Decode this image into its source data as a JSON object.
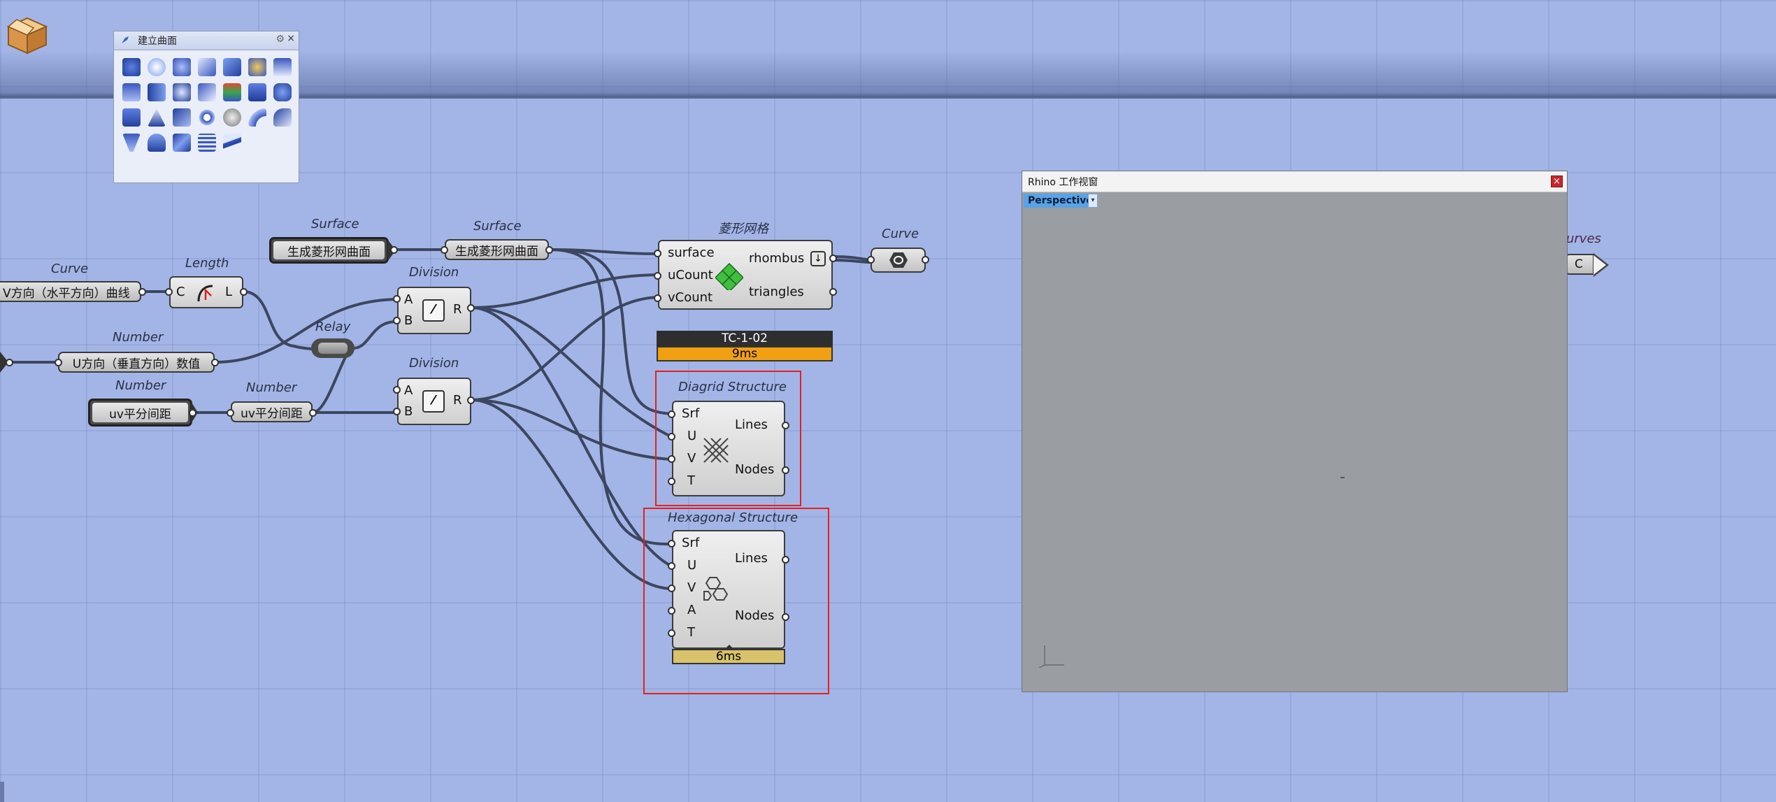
{
  "toolbar": {
    "title": "建立曲面",
    "gear": "⚙",
    "close": "×"
  },
  "viewport": {
    "title": "Rhino 工作视窗",
    "close": "×",
    "tab": "Perspective",
    "tab_arrow": "▾"
  },
  "labels": {
    "surface_param": "Surface",
    "surface_param2": "Surface",
    "curve_param": "Curve",
    "length_comp": "Length",
    "division1": "Division",
    "division2": "Division",
    "relay": "Relay",
    "number1": "Number",
    "number2": "Number",
    "number3": "Number",
    "rhombus_comp": "菱形网格",
    "curve_out": "Curve",
    "diagrid": "Diagrid Structure",
    "hexagonal": "Hexagonal Structure",
    "curves_cut": "urves"
  },
  "panels": {
    "gen_surface_dark": "生成菱形网曲面",
    "gen_surface": "生成菱形网曲面",
    "v_curve": "V方向（水平方向）曲线",
    "u_count": "U方向（垂直方向）数值",
    "uv_spacing_dark": "uv平分间距",
    "uv_spacing": "uv平分间距",
    "c_cut": "C"
  },
  "ports": {
    "length_c": "C",
    "length_l": "L",
    "div_a": "A",
    "div_b": "B",
    "div_r": "R",
    "rh_surface": "surface",
    "rh_ucount": "uCount",
    "rh_vcount": "vCount",
    "rh_rhombus": "rhombus",
    "rh_triangles": "triangles",
    "dg_srf": "Srf",
    "dg_u": "U",
    "dg_v": "V",
    "dg_t": "T",
    "dg_lines": "Lines",
    "dg_nodes": "Nodes",
    "hx_srf": "Srf",
    "hx_u": "U",
    "hx_v": "V",
    "hx_a": "A",
    "hx_t": "T",
    "hx_lines": "Lines",
    "hx_nodes": "Nodes"
  },
  "status": {
    "rhombus_name": "TC-1-02",
    "rhombus_time": "9ms",
    "hex_time": "6ms"
  },
  "colors": {
    "canvas": "#a3b5e6",
    "timing_orange": "#f0a010",
    "timing_yellow": "#d9c36a",
    "highlight_red": "#e42020",
    "viewport_bg": "#9a9ea3"
  }
}
